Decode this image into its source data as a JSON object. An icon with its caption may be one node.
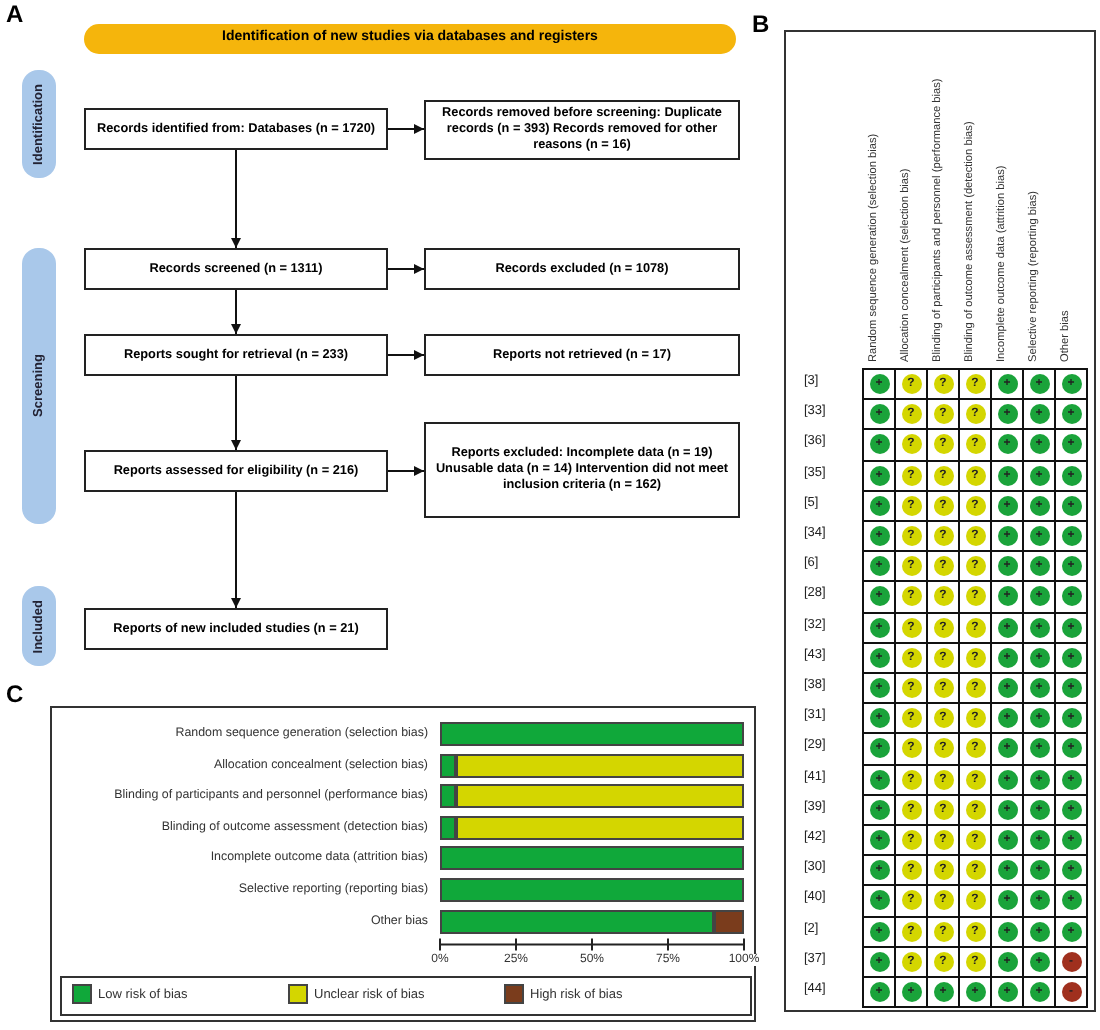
{
  "diagram": {
    "nodes": [
      {
        "text": [
          "Identification of new studies via databases and registers"
        ]
      },
      {
        "text": [
          "Identification"
        ]
      },
      {
        "text": [
          "Screening"
        ]
      },
      {
        "text": [
          "Included"
        ]
      },
      {
        "text": [
          "Records identified from: Databases (n = 1720)"
        ]
      },
      {
        "text": [
          "Records removed before screening: Duplicate records (n = 393) Records removed for other reasons (n = 16)"
        ]
      },
      {
        "text": [
          "Records screened (n = 1311)"
        ]
      },
      {
        "text": [
          "Records excluded (n = 1078)"
        ]
      },
      {
        "text": [
          "Reports sought for retrieval (n = 233)"
        ]
      },
      {
        "text": [
          "Reports not retrieved (n = 17)"
        ]
      },
      {
        "text": [
          "Reports assessed for eligibility (n = 216)"
        ]
      },
      {
        "text": [
          "Reports excluded: Incomplete data (n = 19) Unusable data (n = 14) Intervention did not meet inclusion criteria (n = 162)"
        ]
      },
      {
        "text": [
          "Reports of new included studies (n = 21)"
        ]
      }
    ],
    "edges": [
      {
        "from": 4,
        "to": 5,
        "arrow": "to"
      },
      {
        "from": 4,
        "to": 6,
        "arrow": "to"
      },
      {
        "from": 6,
        "to": 7,
        "arrow": "to"
      },
      {
        "from": 6,
        "to": 8,
        "arrow": "to"
      },
      {
        "from": 8,
        "to": 9,
        "arrow": "to"
      },
      {
        "from": 8,
        "to": 10,
        "arrow": "to"
      },
      {
        "from": 10,
        "to": 11,
        "arrow": "to"
      },
      {
        "from": 10,
        "to": 12,
        "arrow": "to"
      }
    ],
    "labels": [
      "A",
      "B",
      "Random sequence generation (selection bias)",
      "Allocation concealment (selection bias)",
      "Blinding of participants and personnel (performance bias)",
      "Blinding of outcome assessment (detection bias)",
      "Incomplete outcome data (attrition bias)",
      "Selective reporting (reporting bias)",
      "Other bias",
      "[3]",
      "+",
      "?",
      "?",
      "?",
      "+",
      "+",
      "+",
      "[33]",
      "+",
      "?",
      "?",
      "?",
      "+",
      "+",
      "+",
      "[36]",
      "+",
      "?",
      "?",
      "?",
      "+",
      "+",
      "+",
      "[35]",
      "+",
      "?",
      "?",
      "?",
      "+",
      "+",
      "+",
      "[5]",
      "+",
      "?",
      "?",
      "?",
      "+",
      "+",
      "+",
      "[34]",
      "+",
      "?",
      "?",
      "?",
      "+",
      "+",
      "+",
      "[6]",
      "+",
      "?",
      "?",
      "?",
      "+",
      "+",
      "+",
      "[28]",
      "+",
      "?",
      "?",
      "?",
      "+",
      "+",
      "+",
      "[32]",
      "+",
      "?",
      "?",
      "?",
      "+",
      "+",
      "+",
      "[43]",
      "+",
      "?",
      "?",
      "?",
      "+",
      "+",
      "+",
      "[38]",
      "+",
      "?",
      "?",
      "?",
      "+",
      "+",
      "+",
      "[31]",
      "+",
      "?",
      "?",
      "?",
      "+",
      "+",
      "+",
      "[29]",
      "+",
      "?",
      "?",
      "?",
      "+",
      "+",
      "+",
      "[41]",
      "+",
      "?",
      "?",
      "?",
      "+",
      "+",
      "+",
      "[39]",
      "+",
      "?",
      "?",
      "?",
      "+",
      "+",
      "+",
      "[42]",
      "+",
      "?",
      "?",
      "?",
      "+",
      "+",
      "+",
      "[30]",
      "+",
      "?",
      "?",
      "?",
      "+",
      "+",
      "+",
      "[40]",
      "+",
      "?",
      "?",
      "?",
      "+",
      "+",
      "+",
      "[2]",
      "+",
      "?",
      "?",
      "?",
      "+",
      "+",
      "+",
      "[37]",
      "+",
      "?",
      "?",
      "?",
      "+",
      "+",
      "-",
      "[44]",
      "+",
      "+",
      "+",
      "+",
      "+",
      "+",
      "-",
      "C"
    ],
    "chart_data": {
      "type": "bar",
      "orientation": "horizontal",
      "stacked": true,
      "categories": [
        "Random sequence generation (selection bias)",
        "Allocation concealment (selection bias)",
        "Blinding of participants and personnel (performance bias)",
        "Blinding of outcome assessment (detection bias)",
        "Incomplete outcome data (attrition bias)",
        "Selective reporting (reporting bias)",
        "Other bias"
      ],
      "series": [
        {
          "name": "Low risk of bias",
          "color": "#10a83a",
          "values": [
            100,
            5,
            5,
            5,
            100,
            100,
            90
          ]
        },
        {
          "name": "Unclear risk of bias",
          "color": "#d4d600",
          "values": [
            0,
            95,
            95,
            95,
            0,
            0,
            0
          ]
        },
        {
          "name": "High risk of bias",
          "color": "#7a3c1c",
          "values": [
            0,
            0,
            0,
            0,
            0,
            0,
            10
          ]
        }
      ],
      "legend": true,
      "xlim": [
        0,
        100
      ],
      "xticks": [
        {
          "value": 0,
          "label": "0%"
        },
        {
          "value": 25,
          "label": "25%"
        },
        {
          "value": 50,
          "label": "50%"
        },
        {
          "value": 75,
          "label": "75%"
        },
        {
          "value": 100,
          "label": "100%"
        }
      ]
    }
  }
}
